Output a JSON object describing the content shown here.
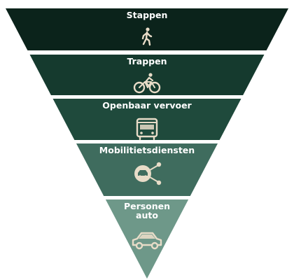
{
  "diagram": {
    "icon_color": "#e8dcc8",
    "gap_color": "#ffffff",
    "levels": [
      {
        "id": "stappen",
        "label_lines": [
          "Stappen"
        ],
        "icon": "walking-person-icon",
        "color": "#0b231b"
      },
      {
        "id": "trappen",
        "label_lines": [
          "Trappen"
        ],
        "icon": "bicycle-rider-icon",
        "color": "#153a2e"
      },
      {
        "id": "openbaar-vervoer",
        "label_lines": [
          "Openbaar vervoer"
        ],
        "icon": "bus-icon",
        "color": "#1f4a3c"
      },
      {
        "id": "mobiliteitsdiensten",
        "label_lines": [
          "Mobilitietsdiensten"
        ],
        "icon": "shared-car-network-icon",
        "color": "#3f6c5e"
      },
      {
        "id": "personen-auto",
        "label_lines": [
          "Personen",
          "auto"
        ],
        "icon": "car-icon",
        "color": "#6e9889"
      }
    ]
  }
}
